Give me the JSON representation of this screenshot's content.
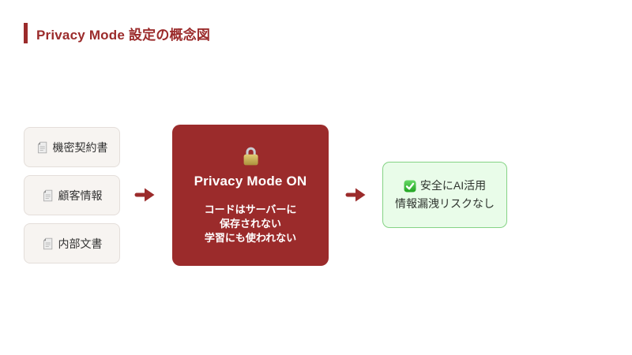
{
  "page": {
    "background": "#FFFFFF"
  },
  "header": {
    "title": "Privacy Mode 設定の概念図",
    "accent_color": "#9B2B2B"
  },
  "sources": {
    "items": [
      {
        "icon": "document-icon",
        "label": "機密契約書"
      },
      {
        "icon": "document-icon",
        "label": "顧客情報"
      },
      {
        "icon": "document-icon",
        "label": "内部文書"
      }
    ]
  },
  "flow": {
    "arrow_icon": "arrow-right-icon",
    "arrow_color": "#9B2B2B"
  },
  "privacy_box": {
    "icon": "lock-icon",
    "title": "Privacy Mode ON",
    "body_lines": [
      "コードはサーバーに",
      "保存されない",
      "学習にも使われない"
    ],
    "background": "#9B2B2B",
    "text_color": "#FFFFFF"
  },
  "result_box": {
    "icon": "check-mark-icon",
    "line1": "安全にAI活用",
    "line2": "情報漏洩リスクなし",
    "background": "#E9FCE9",
    "border_color": "#85D385"
  }
}
